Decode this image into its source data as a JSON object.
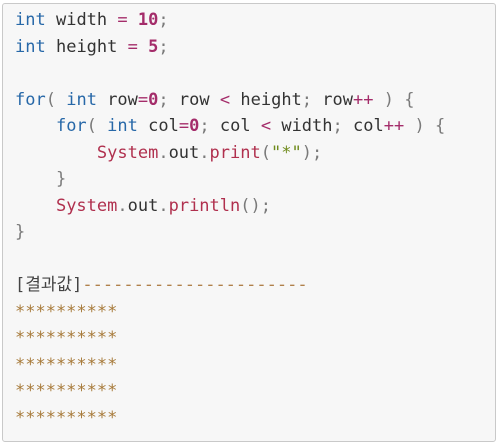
{
  "code": {
    "l1": {
      "kw": "int",
      "name": "width",
      "eq": "=",
      "num": "10",
      "semi": ";"
    },
    "l2": {
      "kw": "int",
      "name": "height",
      "eq": "=",
      "num": "5",
      "semi": ";"
    },
    "l4": {
      "kw_for": "for",
      "lparen": "(",
      "kw_int": "int",
      "var": "row",
      "eq": "=",
      "zero": "0",
      "semi1": ";",
      "var2": "row",
      "lt": "<",
      "limit": "height",
      "semi2": ";",
      "var3": "row",
      "inc": "++",
      "rparen": ")",
      "brace": "{"
    },
    "l5": {
      "kw_for": "for",
      "lparen": "(",
      "kw_int": "int",
      "var": "col",
      "eq": "=",
      "zero": "0",
      "semi1": ";",
      "var2": "col",
      "lt": "<",
      "limit": "width",
      "semi2": ";",
      "var3": "col",
      "inc": "++",
      "rparen": ")",
      "brace": "{"
    },
    "l6": {
      "cls": "System",
      "dot1": ".",
      "field": "out",
      "dot2": ".",
      "method": "print",
      "lparen": "(",
      "str": "\"*\"",
      "rparen": ")",
      "semi": ";"
    },
    "l7": {
      "brace": "}"
    },
    "l8": {
      "cls": "System",
      "dot1": ".",
      "field": "out",
      "dot2": ".",
      "method": "println",
      "parens": "()",
      "semi": ";"
    },
    "l9": {
      "brace": "}"
    }
  },
  "result": {
    "label": "[결과값]",
    "dashes": "----------------------",
    "rows": [
      "**********",
      "**********",
      "**********",
      "**********",
      "**********"
    ]
  }
}
